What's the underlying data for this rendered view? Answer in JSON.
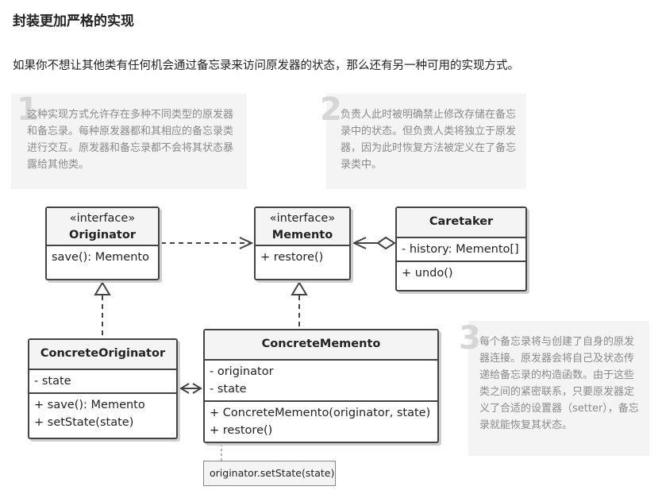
{
  "title": "封装更加严格的实现",
  "intro": "如果你不想让其他类有任何机会通过备忘录来访问原发器的状态，那么还有另一种可用的实现方式。",
  "notes": [
    {
      "num": "1",
      "text": "这种实现方式允许存在多种不同类型的原发器和备忘录。每种原发器都和其相应的备忘录类进行交互。原发器和备忘录都不会将其状态暴露给其他类。"
    },
    {
      "num": "2",
      "text": "负责人此时被明确禁止修改存储在备忘录中的状态。但负责人类将独立于原发器，因为此时恢复方法被定义在了备忘录类中。"
    },
    {
      "num": "3",
      "text": "每个备忘录将与创建了自身的原发器连接。原发器会将自己及状态传递给备忘录的构造函数。由于这些类之间的紧密联系，只要原发器定义了合适的设置器（setter），备忘录就能恢复其状态。"
    }
  ],
  "classes": {
    "originator": {
      "stereotype": "«interface»",
      "name": "Originator",
      "methods": [
        "save(): Memento"
      ]
    },
    "memento": {
      "stereotype": "«interface»",
      "name": "Memento",
      "methods": [
        "+ restore()"
      ]
    },
    "caretaker": {
      "name": "Caretaker",
      "fields": [
        "- history: Memento[]"
      ],
      "methods": [
        "+ undo()"
      ]
    },
    "concrete_originator": {
      "name": "ConcreteOriginator",
      "fields": [
        "- state"
      ],
      "methods": [
        "+ save(): Memento",
        "+ setState(state)"
      ]
    },
    "concrete_memento": {
      "name": "ConcreteMemento",
      "fields": [
        "- originator",
        "- state"
      ],
      "methods": [
        "+ ConcreteMemento(originator, state)",
        "+ restore()"
      ]
    }
  },
  "code_note": "originator.setState(state)",
  "colors": {
    "line": "#444444",
    "note_bg": "#f4f4f4",
    "note_text": "#8a8a8a",
    "note_number": "#d6d6d6"
  }
}
